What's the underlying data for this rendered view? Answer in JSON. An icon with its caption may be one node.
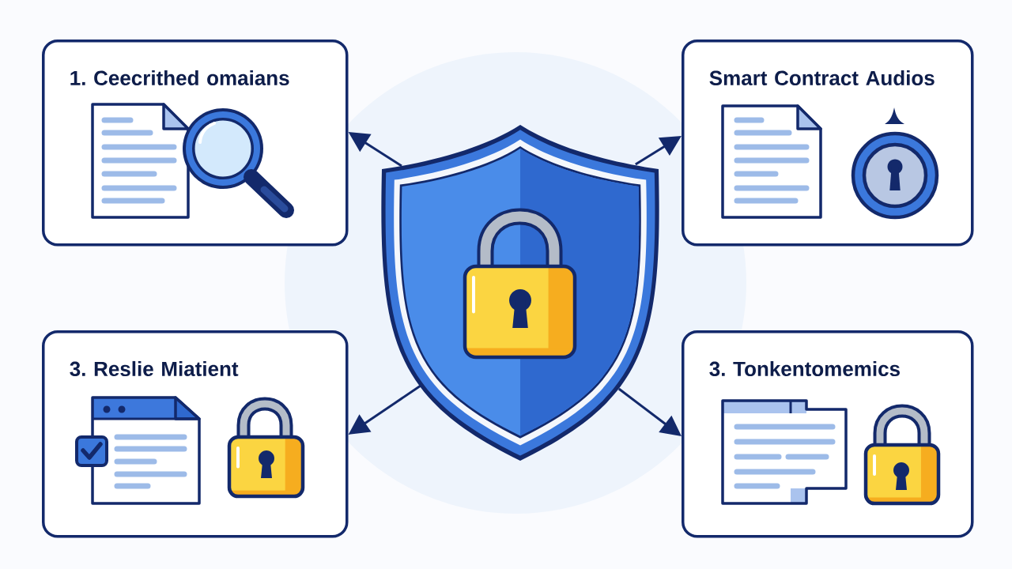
{
  "diagram": {
    "nodes": [
      {
        "text": [
          "1. Ceecrithed omaians"
        ]
      },
      {
        "text": [
          "Smart Contract Audios"
        ]
      },
      {
        "text": [],
        "shape": "shield"
      },
      {
        "text": [
          "3. Reslie Miatient"
        ]
      },
      {
        "text": [
          "3. Tonkentomemics"
        ]
      }
    ],
    "edges": [
      {
        "from": 2,
        "to": 0,
        "arrow": "to"
      },
      {
        "from": 2,
        "to": 1,
        "arrow": "to"
      },
      {
        "from": 2,
        "to": 3,
        "arrow": "to"
      },
      {
        "from": 2,
        "to": 4,
        "arrow": "to"
      }
    ]
  }
}
